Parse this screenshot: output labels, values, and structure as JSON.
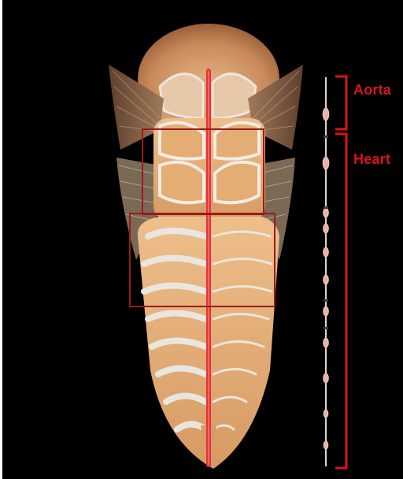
{
  "labels": {
    "aorta": "Aorta",
    "heart": "Heart"
  },
  "colors": {
    "background": "#000000",
    "annotation_red": "#d9141a",
    "vessel_red": "#e3343a",
    "tissue_tan": "#e2ad78",
    "membrane_white": "#dedad2",
    "fin_brown": "#8a6146"
  },
  "icons": [
    "bracket-aorta",
    "bracket-heart",
    "dorsal-vessel-strip"
  ]
}
